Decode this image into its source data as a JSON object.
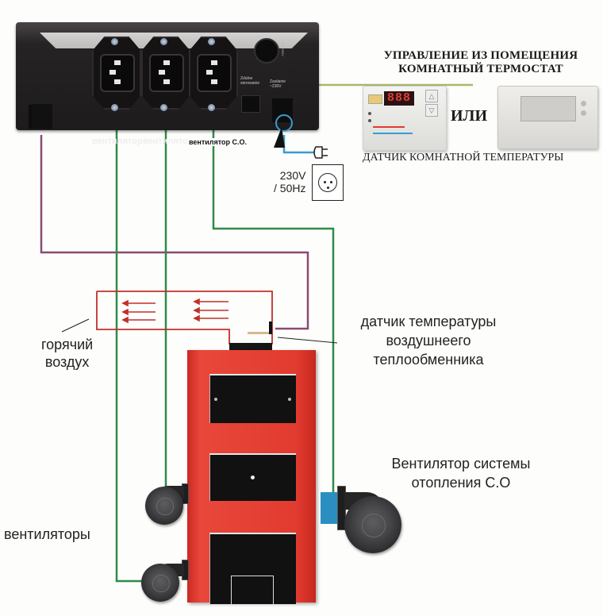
{
  "diagram": {
    "title_lines": [
      "УПРАВЛЕНИЕ ИЗ ПОМЕЩЕНИЯ",
      "КОМНАТНЫЙ ТЕРМОСТАТ"
    ],
    "or_label": "ИЛИ",
    "room_sensor_caption": "ДАТЧИК КОМНАТНОЙ ТЕМПЕРАТУРЫ",
    "controller": {
      "socket_labels": [
        "вентилятор",
        "вентилятор",
        "вентилятор С.О."
      ],
      "thermostat_port_label": "Zdalne sterowanie",
      "power_port_label": "Zasilanie ~230V",
      "fuse_label": "3.15A/250V"
    },
    "power": {
      "voltage": "230V",
      "frequency": "/ 50Hz"
    },
    "labels": {
      "hot_air": [
        "горячий",
        "воздух"
      ],
      "exchanger_sensor": [
        "датчик температуры",
        "воздушнеего",
        "теплообменника"
      ],
      "fans": "вентиляторы",
      "co_fan": [
        "Вентилятор системы",
        "отопления С.О"
      ]
    },
    "thermostat_display": "888",
    "wire_colors": {
      "fan_wires": "#2e8b4a",
      "sensor_wire": "#8a4a73",
      "thermostat_wire": "#a8b86a",
      "power_wire": "#3a9bd0",
      "hot_air_duct": "#c0302a"
    }
  }
}
